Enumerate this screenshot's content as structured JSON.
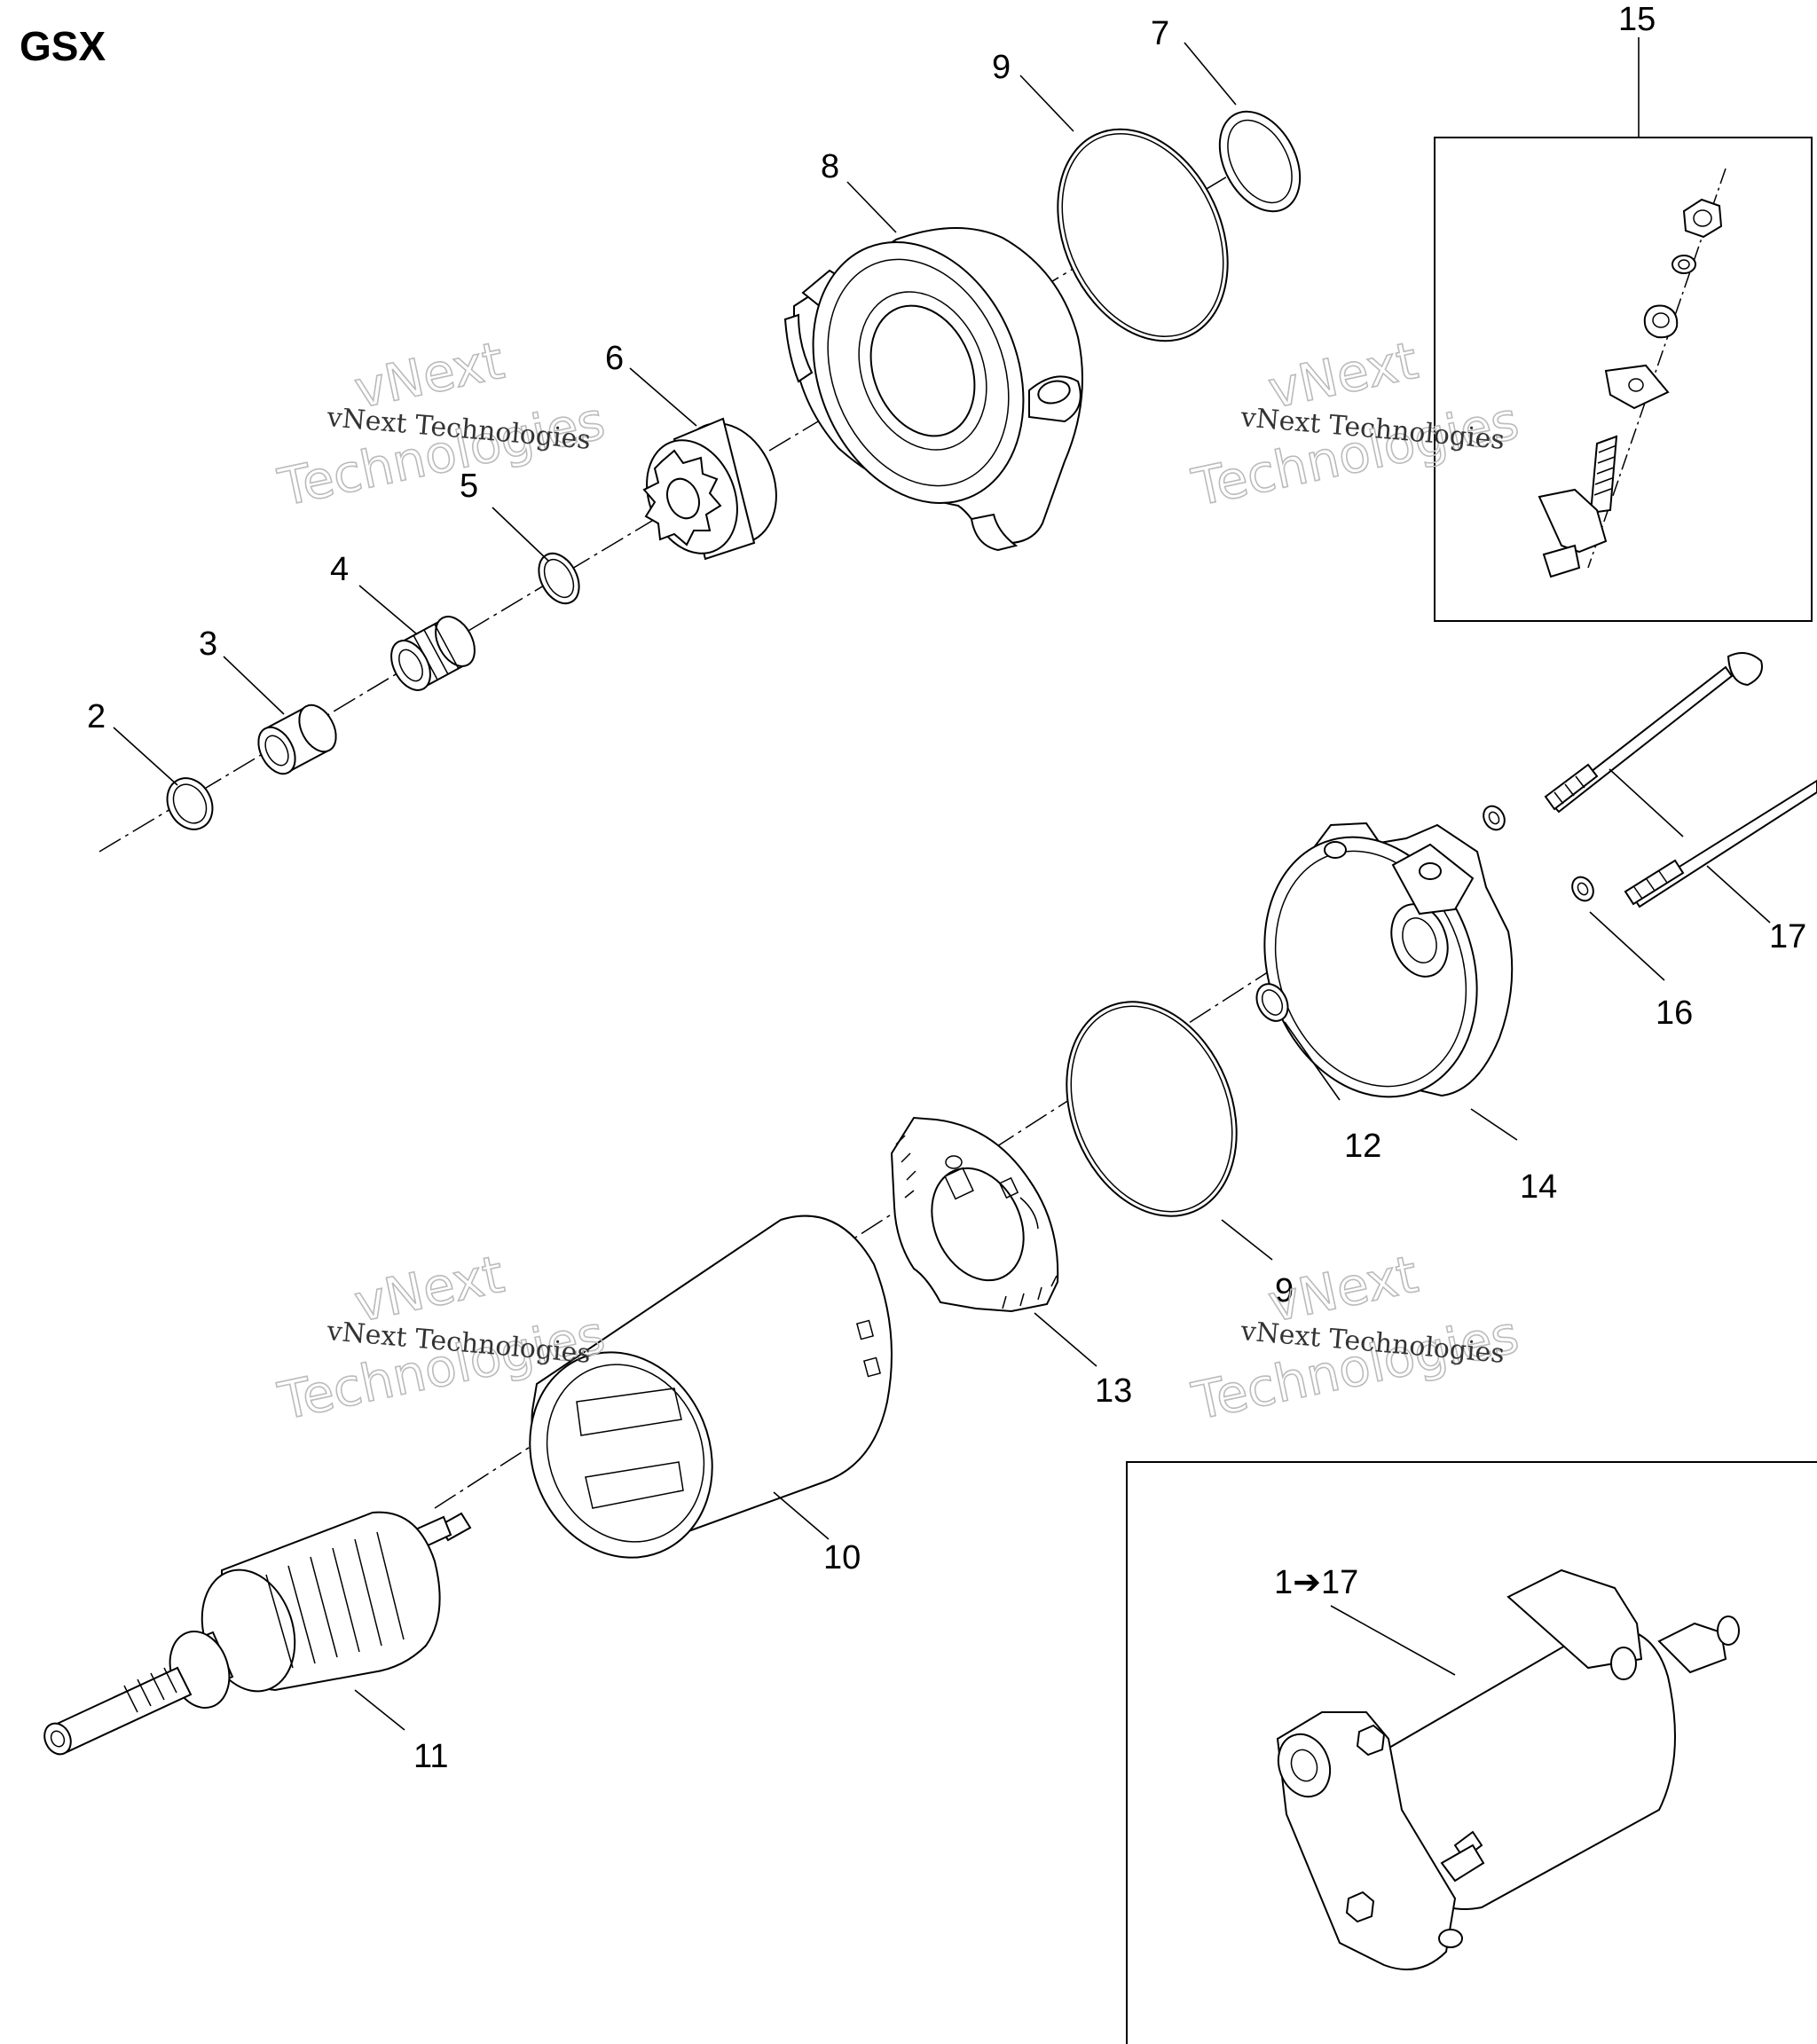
{
  "title": "GSX",
  "callouts": {
    "c1_17": "1➔17",
    "c2": "2",
    "c3": "3",
    "c4": "4",
    "c5": "5",
    "c6": "6",
    "c7": "7",
    "c8": "8",
    "c9a": "9",
    "c9b": "9",
    "c10": "10",
    "c11": "11",
    "c12": "12",
    "c13": "13",
    "c14": "14",
    "c15": "15",
    "c16": "16",
    "c17": "17"
  },
  "watermark": {
    "line_small": "vNext Technologies",
    "line_big_1": "vNext",
    "line_big_2": "Technologies"
  }
}
